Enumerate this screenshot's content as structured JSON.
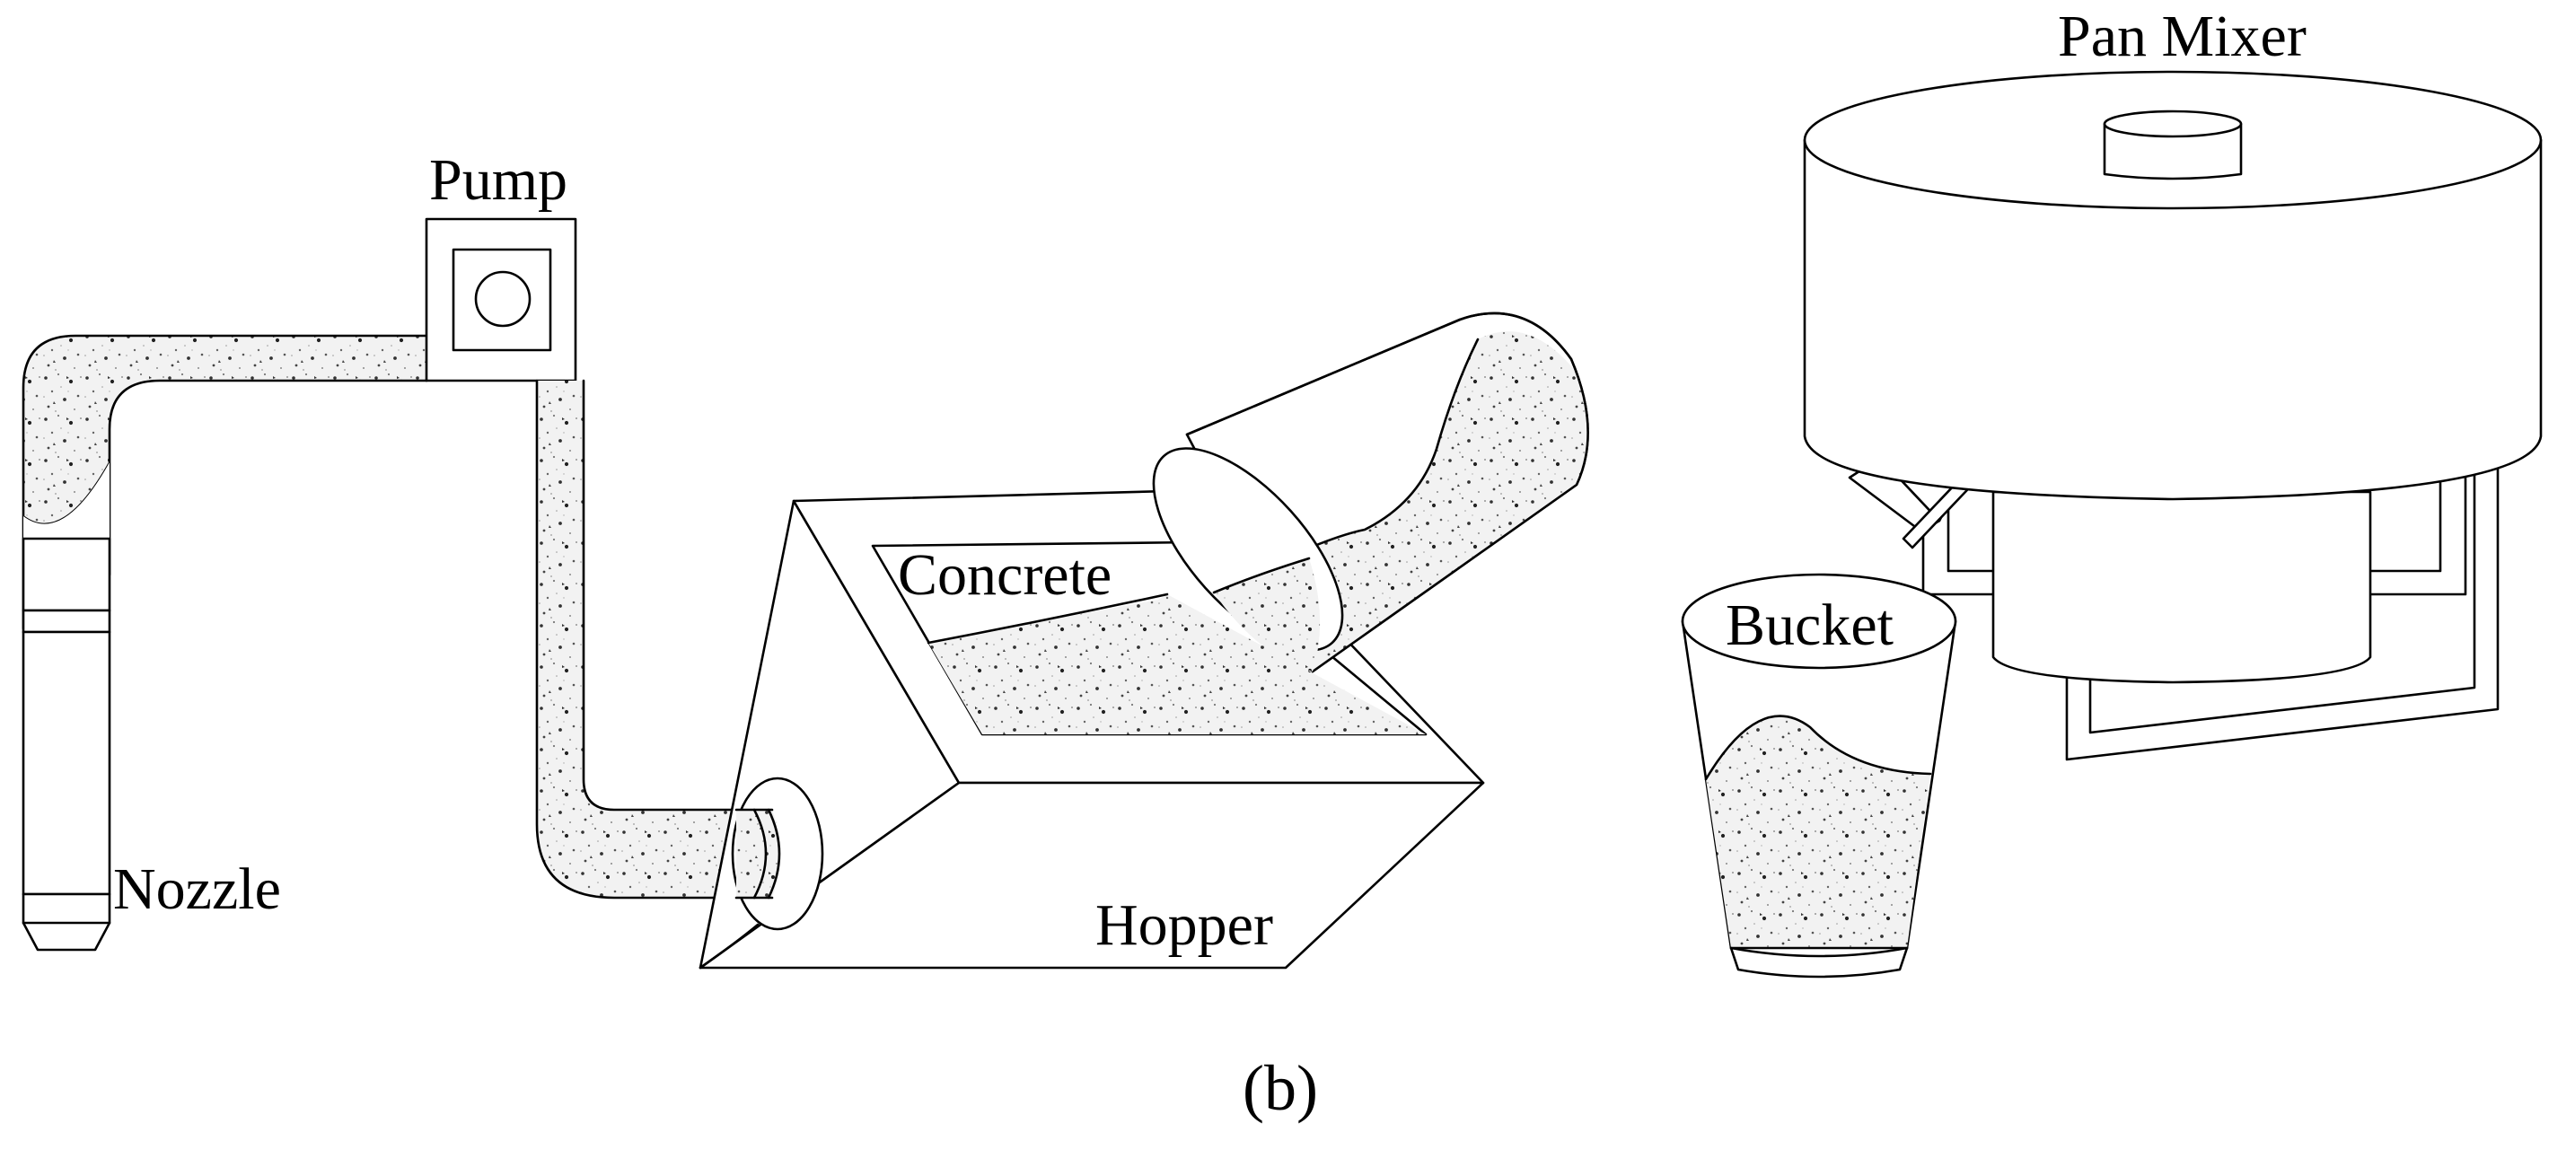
{
  "labels": {
    "pump": "Pump",
    "pan_mixer": "Pan Mixer",
    "concrete": "Concrete",
    "bucket": "Bucket",
    "nozzle": "Nozzle",
    "hopper": "Hopper"
  },
  "caption": "(b)"
}
